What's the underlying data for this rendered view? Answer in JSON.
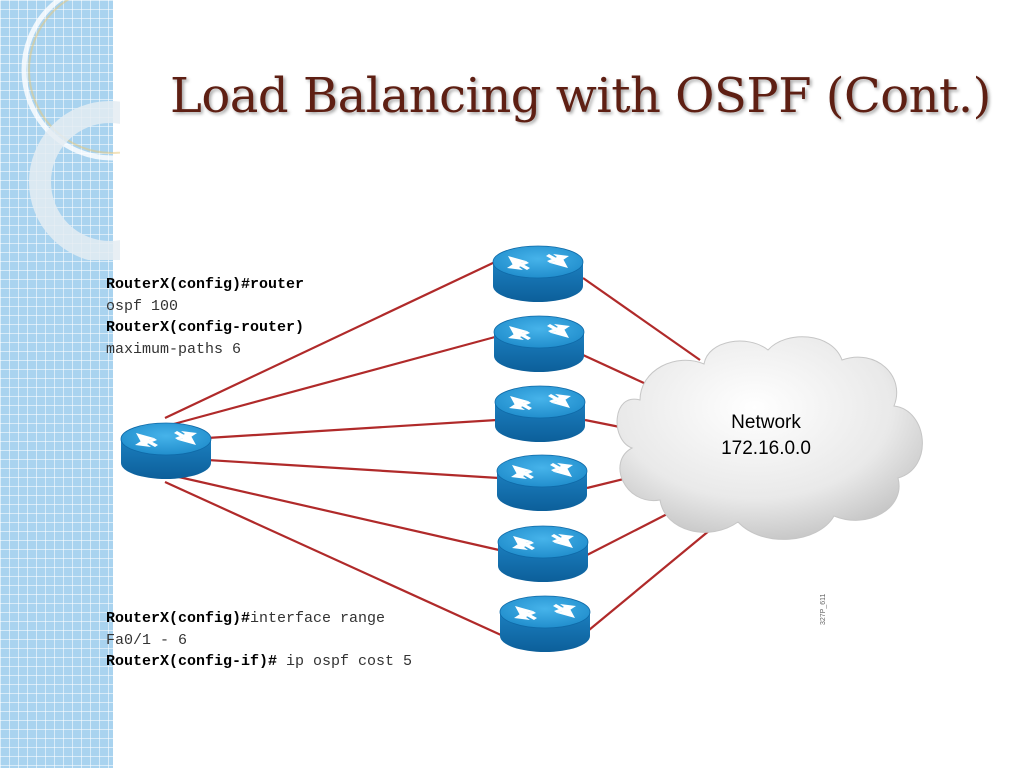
{
  "slide": {
    "title": "Load Balancing with OSPF (Cont.)",
    "accent_color": "#5e1f13",
    "band_color": "#a9d3ef"
  },
  "config_top": {
    "line1_prompt": "RouterX(config)#router",
    "line2": "ospf 100",
    "line3_prompt": "RouterX(config-router)",
    "line4": "maximum-paths 6"
  },
  "config_bottom": {
    "line1_prompt": "RouterX(config)#",
    "line1_cmd": "interface range",
    "line2": "Fa0/1 - 6",
    "line3_prompt": "RouterX(config-if)#",
    "line3_cmd": " ip ospf cost 5"
  },
  "network": {
    "label": "Network",
    "address": "172.16.0.0"
  },
  "diagram": {
    "link_color": "#b02a2a",
    "router_color": "#1d8ac9",
    "icons": [
      "router-icon",
      "cloud-icon"
    ]
  },
  "diagram_id": "327P_611"
}
